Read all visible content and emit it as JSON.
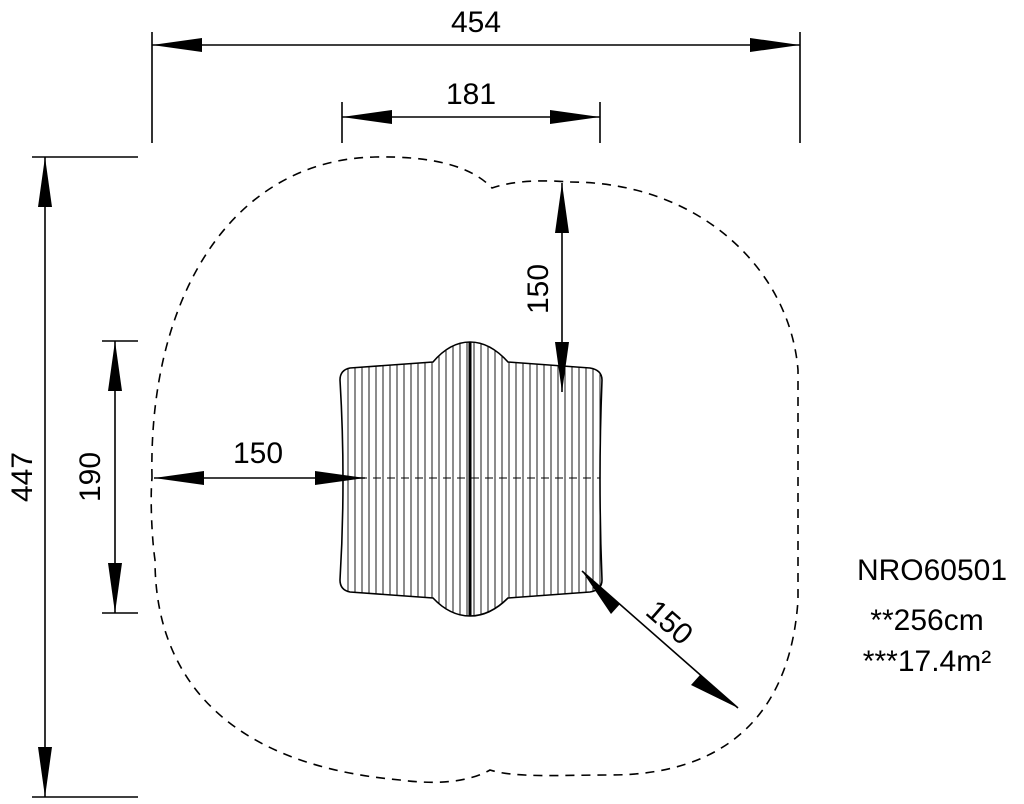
{
  "dimensions": {
    "overall_width": "454",
    "equipment_width": "181",
    "top_clearance": "150",
    "left_clearance": "150",
    "equipment_depth": "190",
    "overall_depth": "447",
    "corner_clearance": "150"
  },
  "product": {
    "code": "NRO60501",
    "fall_height": "**256cm",
    "area": "***17.4m²"
  },
  "colors": {
    "line": "#000000",
    "background": "#ffffff"
  }
}
